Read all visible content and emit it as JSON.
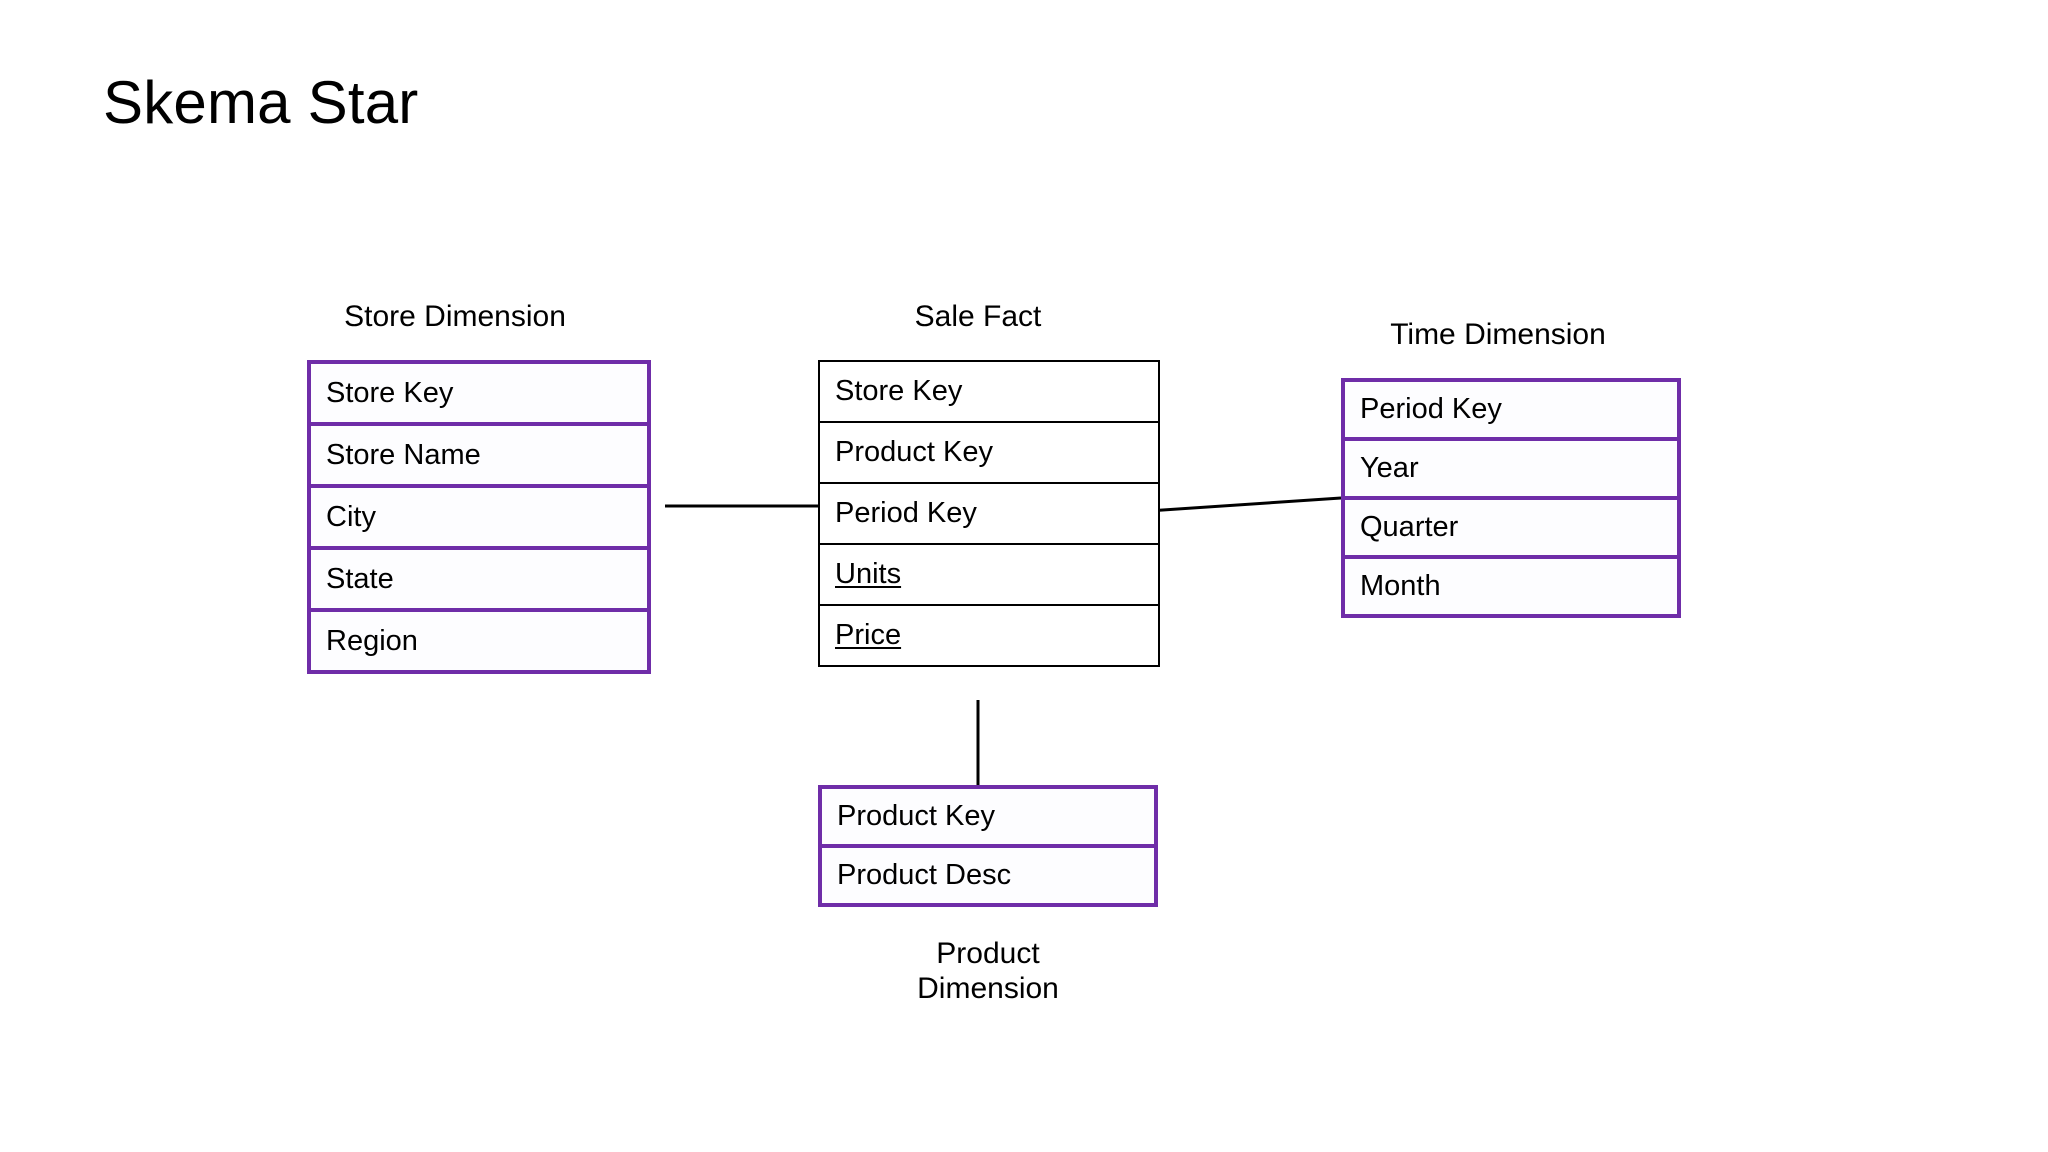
{
  "title": "Skema Star",
  "colors": {
    "dimension_border": "#6f2da8",
    "fact_border": "#000000",
    "text": "#000000",
    "background": "#ffffff",
    "connector": "#000000"
  },
  "diagram": {
    "type": "star-schema",
    "entities": [
      {
        "id": "store-dimension",
        "caption": "Store Dimension",
        "kind": "dimension",
        "rows": [
          {
            "label": "Store Key",
            "measure": false
          },
          {
            "label": "Store Name",
            "measure": false
          },
          {
            "label": "City",
            "measure": false
          },
          {
            "label": "State",
            "measure": false
          },
          {
            "label": "Region",
            "measure": false
          }
        ]
      },
      {
        "id": "sale-fact",
        "caption": "Sale Fact",
        "kind": "fact",
        "rows": [
          {
            "label": "Store Key",
            "measure": false
          },
          {
            "label": "Product Key",
            "measure": false
          },
          {
            "label": "Period Key",
            "measure": false
          },
          {
            "label": "Units",
            "measure": true
          },
          {
            "label": "Price",
            "measure": true
          }
        ]
      },
      {
        "id": "time-dimension",
        "caption": "Time Dimension",
        "kind": "dimension",
        "rows": [
          {
            "label": "Period Key",
            "measure": false
          },
          {
            "label": "Year",
            "measure": false
          },
          {
            "label": "Quarter",
            "measure": false
          },
          {
            "label": "Month",
            "measure": false
          }
        ]
      },
      {
        "id": "product-dimension",
        "caption": "Product\nDimension",
        "kind": "dimension",
        "rows": [
          {
            "label": "Product Key",
            "measure": false
          },
          {
            "label": "Product Desc",
            "measure": false
          }
        ]
      }
    ],
    "connections": [
      {
        "from": "store-dimension",
        "to": "sale-fact"
      },
      {
        "from": "sale-fact",
        "to": "time-dimension"
      },
      {
        "from": "sale-fact",
        "to": "product-dimension"
      }
    ]
  }
}
